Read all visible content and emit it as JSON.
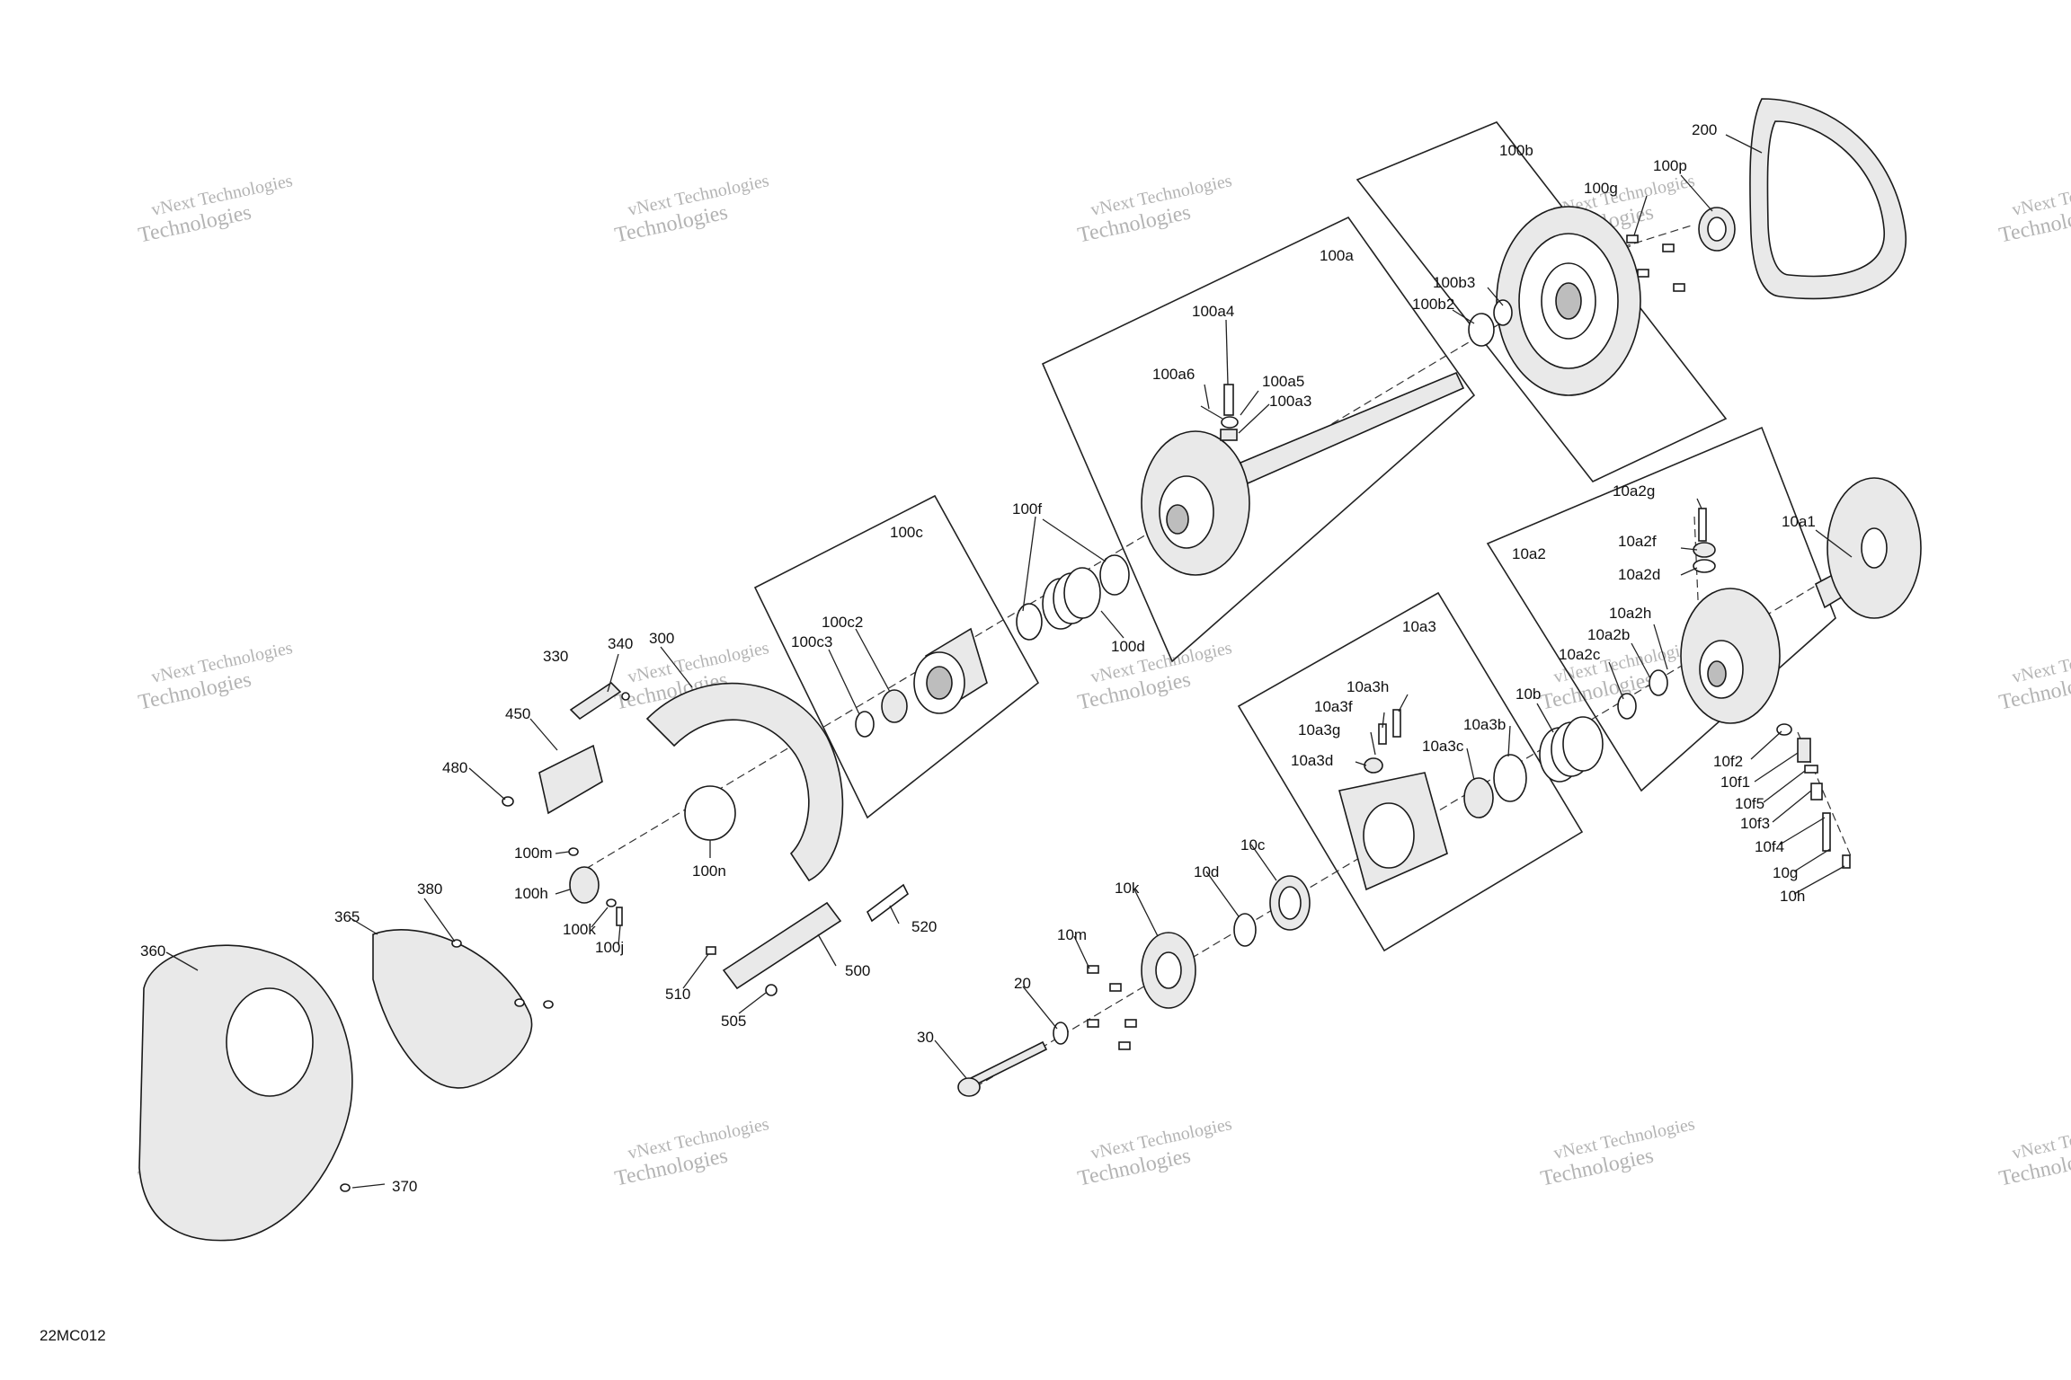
{
  "diagram_id": "22MC012",
  "watermark": {
    "line1": "vNext Technologies",
    "line2": "Technologies"
  },
  "callouts": {
    "c100b": "100b",
    "c200": "200",
    "c100g": "100g",
    "c100p": "100p",
    "c100a": "100a",
    "c100b3": "100b3",
    "c100b2": "100b2",
    "c100a4": "100a4",
    "c100a6": "100a6",
    "c100a5": "100a5",
    "c100a3": "100a3",
    "c10a2g": "10a2g",
    "c10a1": "10a1",
    "c10a2f": "10a2f",
    "c10a2": "10a2",
    "c10a2d": "10a2d",
    "c100c": "100c",
    "c100f": "100f",
    "c10a2h": "10a2h",
    "c10a3": "10a3",
    "c10a2b": "10a2b",
    "c10a2c": "10a2c",
    "c100c2": "100c2",
    "c100c3": "100c3",
    "c100d": "100d",
    "c330": "330",
    "c340": "340",
    "c300": "300",
    "c10a3h": "10a3h",
    "c10a3f": "10a3f",
    "c10a3g": "10a3g",
    "c10b": "10b",
    "c10a3b": "10a3b",
    "c450": "450",
    "c10a3c": "10a3c",
    "c10a3d": "10a3d",
    "c10f2": "10f2",
    "c10f1": "10f1",
    "c10f5": "10f5",
    "c480": "480",
    "c10f3": "10f3",
    "c100n": "100n",
    "c100m": "100m",
    "c10c": "10c",
    "c10f4": "10f4",
    "c10g": "10g",
    "c10d": "10d",
    "c100h": "100h",
    "c10k": "10k",
    "c380": "380",
    "c10h": "10h",
    "c365": "365",
    "c100k": "100k",
    "c520": "520",
    "c100j": "100j",
    "c10m": "10m",
    "c360": "360",
    "c500": "500",
    "c510": "510",
    "c20": "20",
    "c505": "505",
    "c30": "30",
    "c370": "370"
  }
}
